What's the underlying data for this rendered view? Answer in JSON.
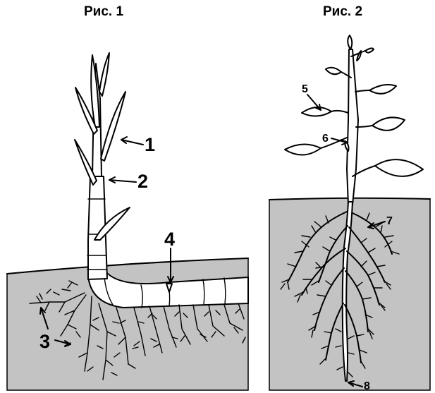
{
  "figures": [
    {
      "title": "Рис. 1",
      "labels": [
        "1",
        "2",
        "3",
        "4"
      ]
    },
    {
      "title": "Рис. 2",
      "labels": [
        "5",
        "6",
        "7",
        "8"
      ]
    }
  ],
  "colors": {
    "soil": "#c3c3c3",
    "outline": "#000000",
    "plant": "#ffffff"
  }
}
